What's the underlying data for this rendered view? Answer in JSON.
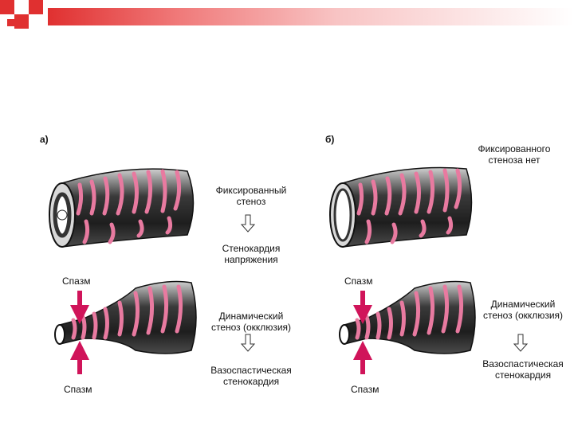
{
  "panels": {
    "a": {
      "letter": "а)",
      "fixed_stenosis": [
        "Фиксированный",
        "стеноз"
      ],
      "angina_effort": [
        "Стенокардия",
        "напряжения"
      ],
      "spasm_top": "Спазм",
      "dynamic_stenosis": [
        "Динамический",
        "стеноз (окклюзия)"
      ],
      "vasospastic": [
        "Вазоспастическая",
        "стенокардия"
      ],
      "spasm_bottom": "Спазм"
    },
    "b": {
      "letter": "б)",
      "no_fixed_stenosis": [
        "Фиксированного",
        "стеноза нет"
      ],
      "spasm_top": "Спазм",
      "dynamic_stenosis": [
        "Динамический",
        "стеноз (окклюзия)"
      ],
      "vasospastic": [
        "Вазоспастическая",
        "стенокардия"
      ],
      "spasm_bottom": "Спазм"
    }
  },
  "colors": {
    "accent_red": "#e03030",
    "arrow_magenta": "#d0145a",
    "muscle_pink": "#e87aa0",
    "vessel_dark": "#2a2a2a"
  }
}
